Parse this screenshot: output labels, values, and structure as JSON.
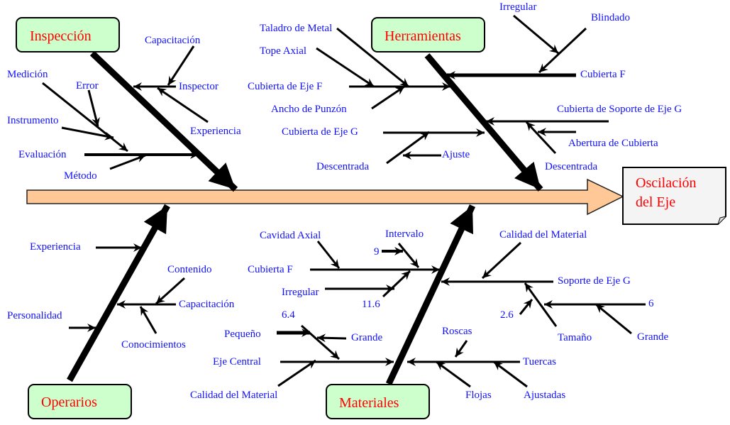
{
  "effect": {
    "line1": "Oscilación",
    "line2": "del Eje"
  },
  "colors": {
    "cause_text": "#1010ff",
    "category_text": "#ff0000",
    "category_fill": "#ccffcc",
    "spine_fill": "#ffc896",
    "effect_fill": "#f4f4f4"
  },
  "inspeccion": {
    "title": "Inspección",
    "causes": [
      "Inspector",
      "Capacitación",
      "Experiencia",
      "Evaluación",
      "Método",
      "Medición",
      "Error",
      "Instrumento"
    ]
  },
  "herramientas": {
    "title": "Herramientas",
    "causes": [
      "Cubierta de Eje F",
      "Taladro de Metal",
      "Tope Axial",
      "Ancho de Punzón",
      "Cubierta F",
      "Irregular",
      "Blindado",
      "Cubierta de Soporte de Eje G",
      "Abertura de Cubierta",
      "Descentrada",
      "Cubierta de Eje G",
      "Descentrada",
      "Ajuste"
    ]
  },
  "operarios": {
    "title": "Operarios",
    "causes": [
      "Experiencia",
      "Personalidad",
      "Capacitación",
      "Contenido",
      "Conocimientos"
    ]
  },
  "materiales": {
    "title": "Materiales",
    "causes": [
      "Cubierta F",
      "Cavidad Axial",
      "Intervalo",
      "9",
      "Irregular",
      "11.6",
      "Soporte de Eje G",
      "Calidad del Material",
      "Tamaño",
      "2.6",
      "6",
      "Grande",
      "Eje Central",
      "Pequeño",
      "Grande",
      "6.4",
      "Calidad del Material",
      "Tuercas",
      "Roscas",
      "Flojas",
      "Ajustadas"
    ]
  }
}
